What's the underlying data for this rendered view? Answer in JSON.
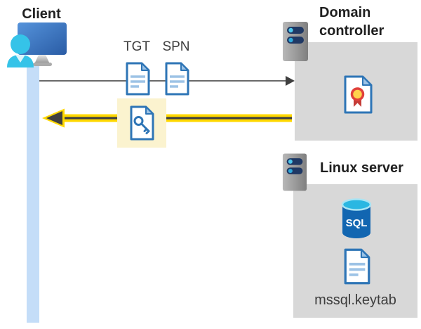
{
  "diagram": {
    "client": {
      "label": "Client"
    },
    "request": {
      "tgt_label": "TGT",
      "spn_label": "SPN"
    },
    "domain_controller": {
      "label": "Domain controller"
    },
    "linux_server": {
      "label": "Linux server",
      "database_label": "SQL",
      "keytab_file": "mssql.keytab"
    }
  },
  "colors": {
    "highlight_yellow": "#FBF3CF",
    "arrow_yellow": "#FFD800",
    "arrow_dark_core": "#404040",
    "request_arrow_gray": "#6A6A6A",
    "document_blue": "#2E75B6",
    "document_light_blue": "#9DC3E6",
    "lifeline_blue": "#C4DDF8",
    "server_box_gray": "#D8D8D8",
    "server_slot_navy": "#1F3864",
    "server_dot_cyan": "#4DC6EC",
    "sql_body_blue": "#1266B1",
    "sql_top_cyan": "#2AB7E2",
    "certificate_red": "#D83B34",
    "certificate_gold": "#FFD34D",
    "person_cyan": "#35C3E8",
    "monitor_blue": "#3B78C9"
  }
}
